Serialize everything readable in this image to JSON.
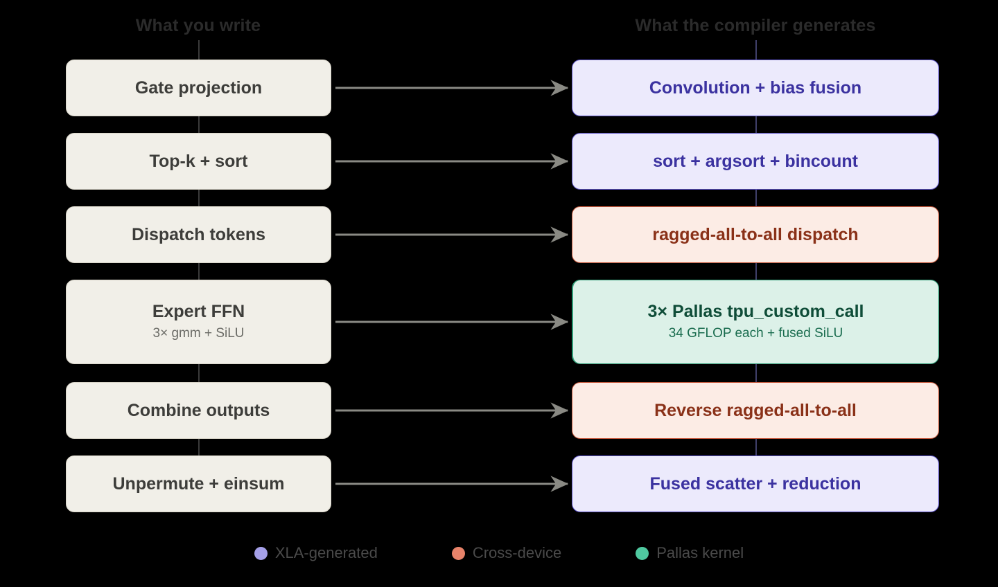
{
  "headers": {
    "left": "What you write",
    "right": "What the compiler generates"
  },
  "colors": {
    "background": "#000000",
    "header_text": "#2b2b2b",
    "source_fill": "#f1efe8",
    "source_border": "#d8d4c8",
    "source_text": "#3d3d3a",
    "xla_fill": "#eceafc",
    "xla_border": "#5b52c4",
    "xla_text": "#3b32a0",
    "cross_fill": "#fcece5",
    "cross_border": "#c4563a",
    "cross_text": "#8a3118",
    "pallas_fill": "#dcf1e8",
    "pallas_border": "#2e9c76",
    "pallas_text": "#0f4d38",
    "arrow": "#8a8a84",
    "legend_xla_dot": "#a5a0e8",
    "legend_cross_dot": "#e8836a",
    "legend_pallas_dot": "#4fc9a0",
    "legend_text": "#4a4a4a"
  },
  "rows": [
    {
      "source": {
        "title": "Gate projection",
        "sub": ""
      },
      "target": {
        "title": "Convolution + bias fusion",
        "sub": "",
        "kind": "xla"
      }
    },
    {
      "source": {
        "title": "Top-k + sort",
        "sub": ""
      },
      "target": {
        "title": "sort + argsort + bincount",
        "sub": "",
        "kind": "xla"
      }
    },
    {
      "source": {
        "title": "Dispatch tokens",
        "sub": ""
      },
      "target": {
        "title": "ragged-all-to-all dispatch",
        "sub": "",
        "kind": "cross"
      }
    },
    {
      "source": {
        "title": "Expert FFN",
        "sub": "3× gmm + SiLU"
      },
      "target": {
        "title": "3× Pallas tpu_custom_call",
        "sub": "34 GFLOP each + fused SiLU",
        "kind": "pallas"
      }
    },
    {
      "source": {
        "title": "Combine outputs",
        "sub": ""
      },
      "target": {
        "title": "Reverse ragged-all-to-all",
        "sub": "",
        "kind": "cross"
      }
    },
    {
      "source": {
        "title": "Unpermute + einsum",
        "sub": ""
      },
      "target": {
        "title": "Fused scatter + reduction",
        "sub": "",
        "kind": "xla"
      }
    }
  ],
  "legend": [
    {
      "label": "XLA-generated",
      "dot": "#a5a0e8",
      "icon": "legend-dot-icon"
    },
    {
      "label": "Cross-device",
      "dot": "#e8836a",
      "icon": "legend-dot-icon"
    },
    {
      "label": "Pallas kernel",
      "dot": "#4fc9a0",
      "icon": "legend-dot-icon"
    }
  ]
}
